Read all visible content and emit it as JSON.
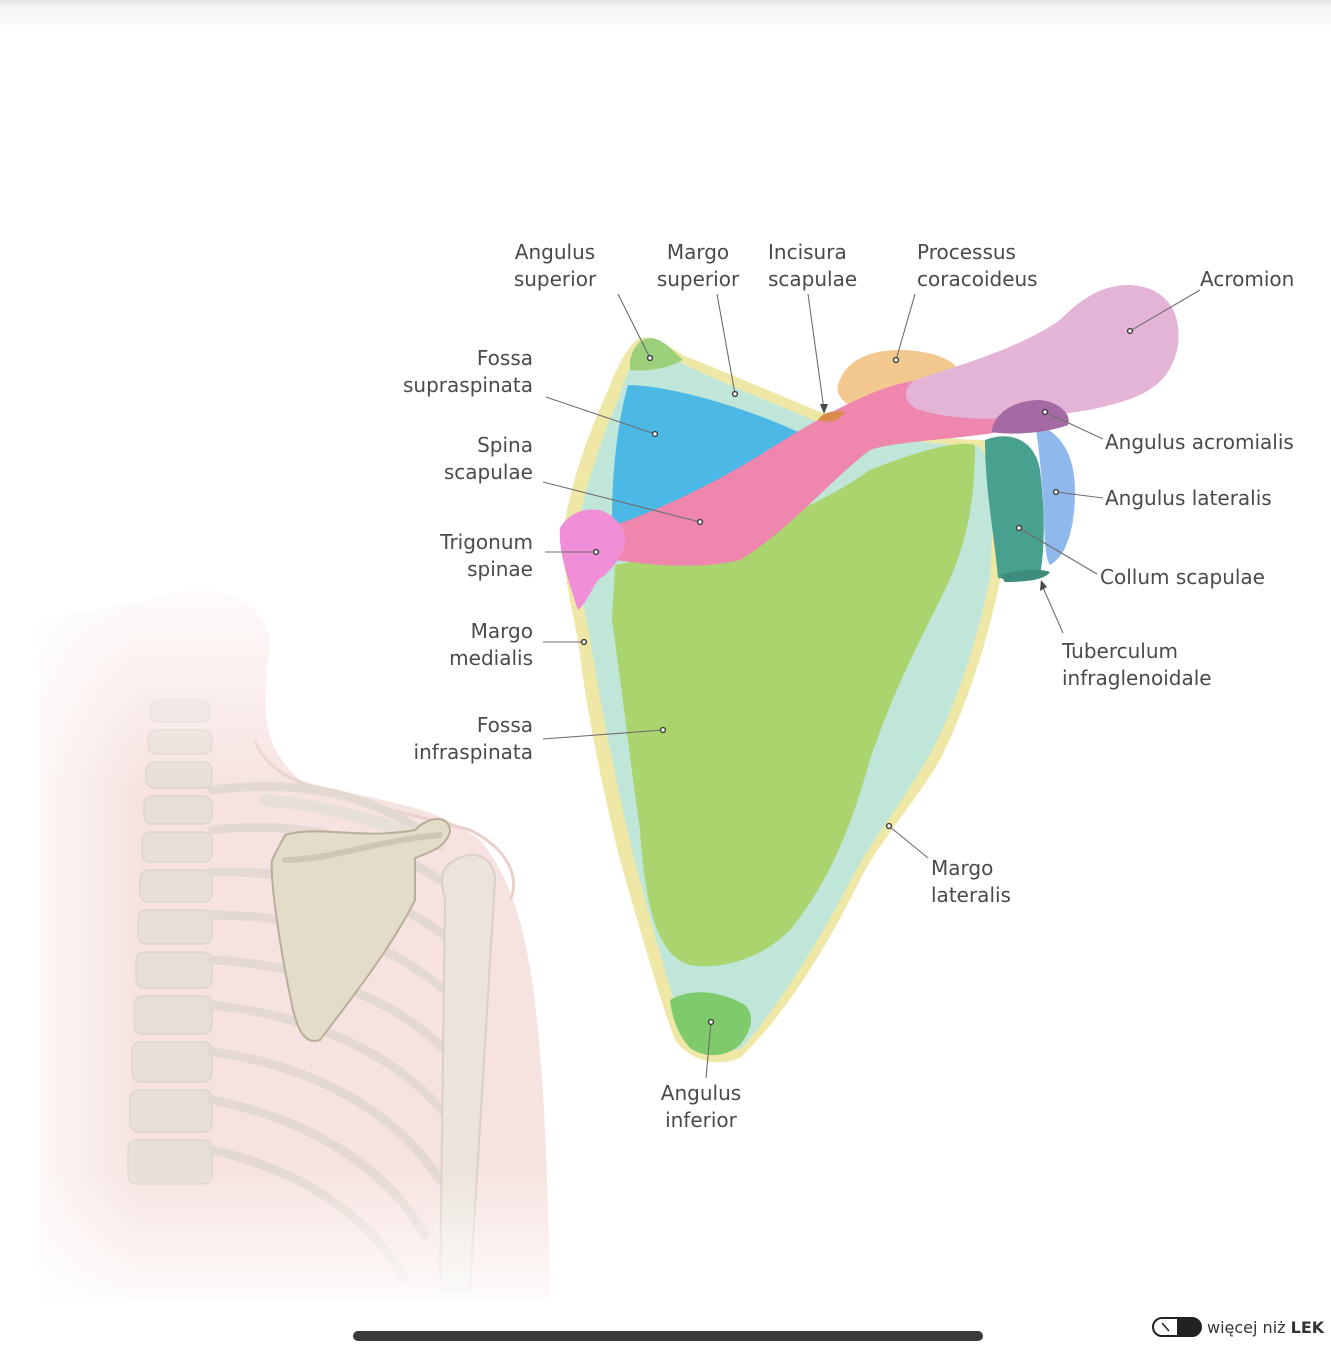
{
  "diagram": {
    "labels": {
      "angulus_superior": "Angulus\nsuperior",
      "margo_superior": "Margo\nsuperior",
      "incisura_scapulae": "Incisura\nscapulae",
      "processus_coracoideus": "Processus\ncoracoideus",
      "acromion": "Acromion",
      "fossa_supraspinata": "Fossa\nsupraspinata",
      "spina_scapulae": "Spina\nscapulae",
      "trigonum_spinae": "Trigonum\nspinae",
      "margo_medialis": "Margo\nmedialis",
      "fossa_infraspinata": "Fossa\ninfraspinata",
      "angulus_acromialis": "Angulus acromialis",
      "angulus_lateralis": "Angulus lateralis",
      "collum_scapulae": "Collum scapulae",
      "tuberculum_infraglenoidale": "Tuberculum\ninfraglenoidale",
      "margo_lateralis": "Margo\nlateralis",
      "angulus_inferior": "Angulus\ninferior"
    },
    "region_colors": {
      "border": "#efe7a6",
      "body": "#bfe6d8",
      "infraspinous": "#a9d46e",
      "supraspinous": "#4bb8e6",
      "spine": "#ef86ad",
      "trigonum": "#f08fd8",
      "acromion": "#e4b4d6",
      "coracoid": "#f2c88f",
      "neck": "#48a08e",
      "lateral_angle": "#8fb8ec",
      "angles": "#9cd07a"
    }
  },
  "branding": {
    "text_prefix": "więcej niż",
    "text_bold": "LEK",
    "logo_icon": "pill-icon"
  }
}
